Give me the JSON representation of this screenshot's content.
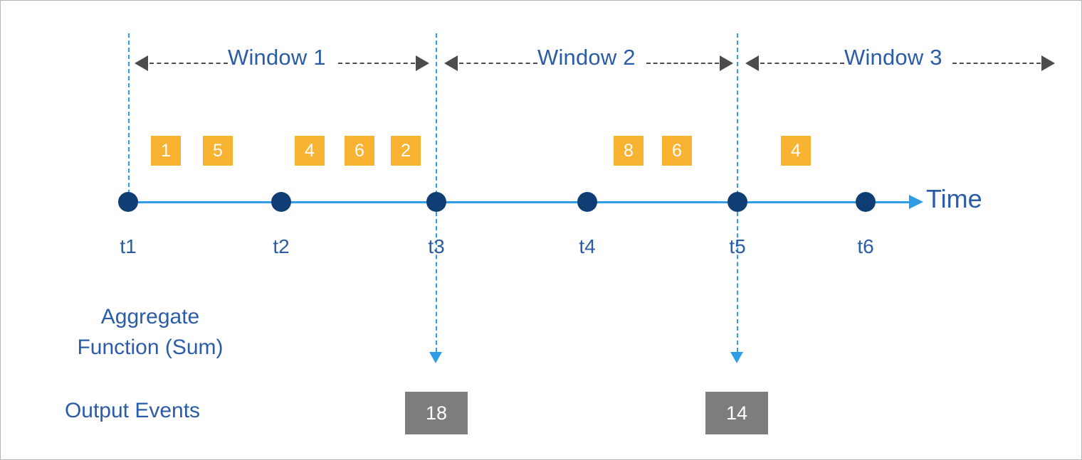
{
  "diagram": {
    "title": "Tumbling window aggregation timeline",
    "colors": {
      "accent_blue": "#2f9ce8",
      "label_blue": "#2b5ca8",
      "dot_navy": "#103d73",
      "event_orange": "#f9b333",
      "output_gray": "#7d7d7d",
      "arrow_gray": "#4c4c4c"
    },
    "windows": [
      {
        "label": "Window 1",
        "start_tick": "t1",
        "end_tick": "t3"
      },
      {
        "label": "Window 2",
        "start_tick": "t3",
        "end_tick": "t5"
      },
      {
        "label": "Window 3",
        "start_tick": "t5",
        "end_tick": ""
      }
    ],
    "timeline": {
      "axis_label": "Time",
      "ticks": [
        {
          "label": "t1"
        },
        {
          "label": "t2"
        },
        {
          "label": "t3"
        },
        {
          "label": "t4"
        },
        {
          "label": "t5"
        },
        {
          "label": "t6"
        }
      ]
    },
    "input_events": [
      {
        "value": "1",
        "window": "Window 1"
      },
      {
        "value": "5",
        "window": "Window 1"
      },
      {
        "value": "4",
        "window": "Window 1"
      },
      {
        "value": "6",
        "window": "Window 1"
      },
      {
        "value": "2",
        "window": "Window 1"
      },
      {
        "value": "8",
        "window": "Window 2"
      },
      {
        "value": "6",
        "window": "Window 2"
      },
      {
        "value": "4",
        "window": "Window 3"
      }
    ],
    "aggregate_caption_line1": "Aggregate",
    "aggregate_caption_line2": "Function (Sum)",
    "output_events_caption": "Output Events",
    "output_events": [
      {
        "value": "18",
        "at_tick": "t3"
      },
      {
        "value": "14",
        "at_tick": "t5"
      }
    ]
  },
  "chart_data": {
    "type": "diagram",
    "title": "Tumbling window aggregation (Sum) over an event timeline",
    "x": [
      "t1",
      "t2",
      "t3",
      "t4",
      "t5",
      "t6"
    ],
    "xlabel": "Time",
    "windows": [
      {
        "name": "Window 1",
        "from": "t1",
        "to": "t3",
        "event_values": [
          1,
          5,
          4,
          6,
          2
        ],
        "aggregate": 18
      },
      {
        "name": "Window 2",
        "from": "t3",
        "to": "t5",
        "event_values": [
          8,
          6
        ],
        "aggregate": 14
      },
      {
        "name": "Window 3",
        "from": "t5",
        "to": null,
        "event_values": [
          4
        ],
        "aggregate": null
      }
    ],
    "aggregate_function": "Sum",
    "output_values": [
      18,
      14
    ],
    "legend": [],
    "grid": false
  }
}
